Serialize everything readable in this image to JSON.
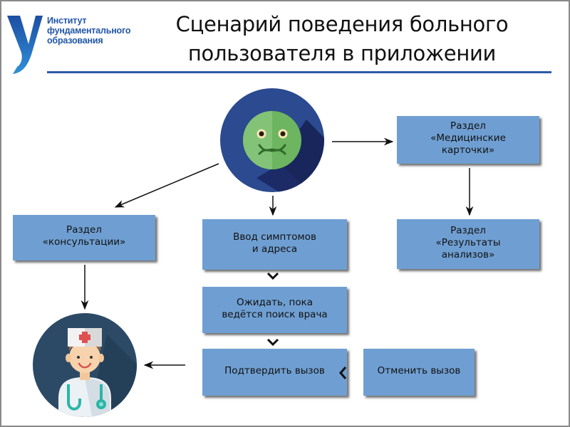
{
  "header": {
    "org_lines": [
      "Институт",
      "фундаментального",
      "образования"
    ],
    "title_line1": "Сценарий поведения больного",
    "title_line2": "пользователя в приложении"
  },
  "nodes": {
    "sick_user": {
      "icon": "sick-face-icon",
      "label": ""
    },
    "doctor": {
      "icon": "doctor-icon",
      "label": ""
    },
    "medical_cards": "Раздел\n«Медицинские\nкарточки»",
    "test_results": "Раздел\n«Результаты\nанализов»",
    "consultations": "Раздел\n«консультации»",
    "enter_symptoms": "Ввод симптомов\nи адреса",
    "wait_search": "Ожидать, пока\nведётся поиск врача",
    "confirm_call": "Подтвердить вызов",
    "cancel_call": "Отменить вызов"
  },
  "edges": [
    [
      "sick_user",
      "medical_cards"
    ],
    [
      "medical_cards",
      "test_results"
    ],
    [
      "sick_user",
      "consultations"
    ],
    [
      "sick_user",
      "enter_symptoms"
    ],
    [
      "enter_symptoms",
      "wait_search"
    ],
    [
      "wait_search",
      "confirm_call"
    ],
    [
      "cancel_call",
      "confirm_call"
    ],
    [
      "consultations",
      "doctor"
    ],
    [
      "confirm_call",
      "doctor"
    ]
  ],
  "colors": {
    "box_fill": "#6f9fd2",
    "title_rule": "#2d5aa6",
    "logo_blue": "#2156a8",
    "sick_circle": "#2b4a8f",
    "sick_face": "#6cb35e",
    "doctor_circle": "#2c4a66"
  }
}
